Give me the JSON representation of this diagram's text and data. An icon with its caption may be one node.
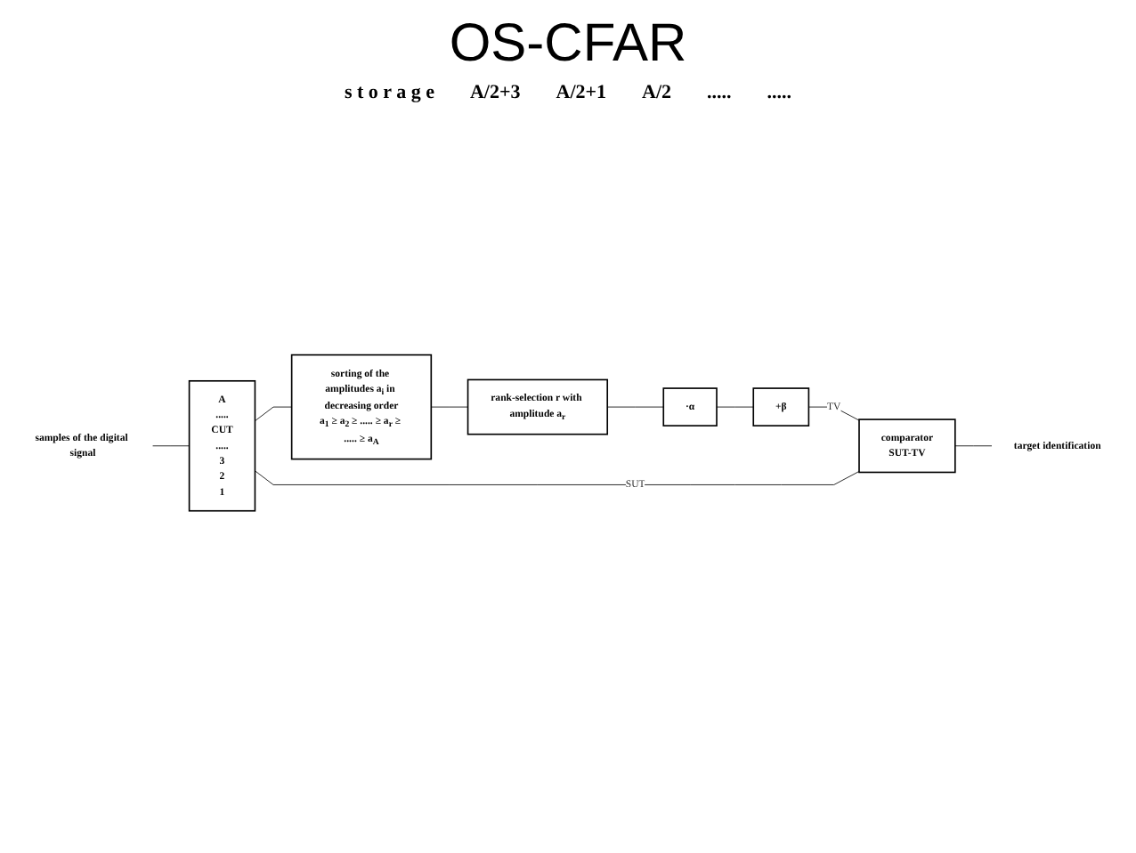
{
  "diagram": {
    "title": "OS-CFAR",
    "nodes": [
      {
        "text": [
          "samples of the digital signal"
        ]
      },
      {
        "text": [
          "A",
          ".....",
          "CUT",
          ".....",
          "3",
          "2",
          "1"
        ]
      },
      {
        "text": [
          "sorting of the amplitudes a$_{i}$ in decreasing order",
          "a$_{1}$ ≥ a$_{2}$ ≥ ..... ≥ a$_{r}$ ≥ ..... ≥ a$_{A}$"
        ]
      },
      {
        "text": [
          "rank-selection r with amplitude a$_{r}$"
        ]
      },
      {
        "text": [
          "·α"
        ]
      },
      {
        "text": [
          "+β"
        ]
      },
      {
        "text": [
          "comparator",
          "SUT-TV"
        ]
      },
      {
        "text": [
          "target identification"
        ]
      }
    ],
    "edges": [
      {
        "from": 0,
        "to": 1,
        "arrow": "none"
      },
      {
        "from": 1,
        "to": 2,
        "arrow": "none"
      },
      {
        "from": 2,
        "to": 3,
        "arrow": "none"
      },
      {
        "from": 3,
        "to": 4,
        "arrow": "none"
      },
      {
        "from": 4,
        "to": 5,
        "arrow": "none"
      },
      {
        "from": 5,
        "to": 6,
        "label": "TV",
        "arrow": "none"
      },
      {
        "from": 1,
        "to": 6,
        "label": "SUT",
        "arrow": "none"
      },
      {
        "from": 6,
        "to": 7,
        "arrow": "none"
      }
    ],
    "labels": [
      "s t o r a g e",
      "A/2+3",
      "A/2+1",
      "A/2",
      ".....",
      "....."
    ]
  }
}
